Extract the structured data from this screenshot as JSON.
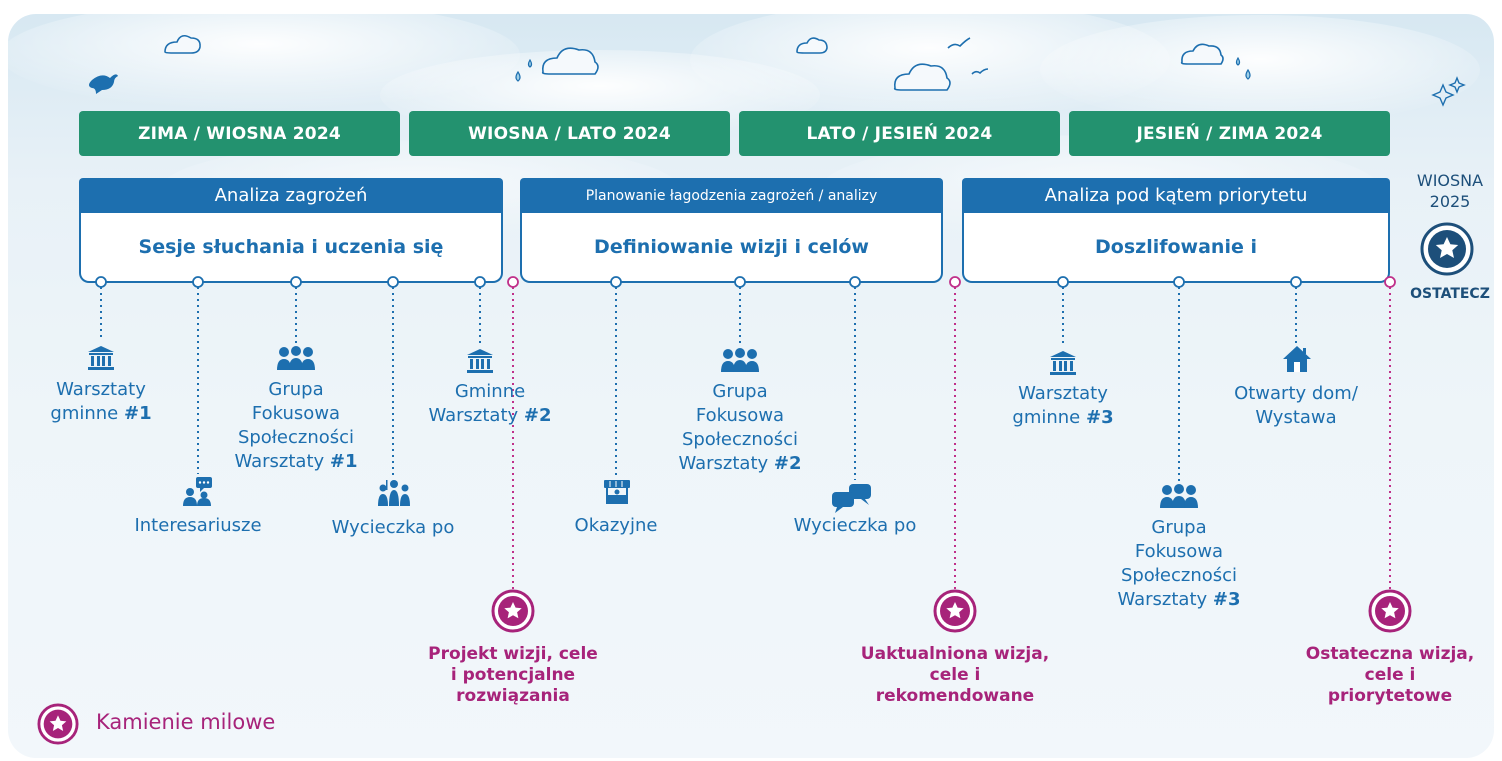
{
  "colors": {
    "season_green": "#23926f",
    "phase_blue": "#1d6faf",
    "milestone_magenta": "#a7237a",
    "background": "#e8f1f7"
  },
  "seasons": [
    {
      "label": "ZIMA / WIOSNA 2024"
    },
    {
      "label": "WIOSNA / LATO 2024"
    },
    {
      "label": "LATO / JESIEŃ 2024"
    },
    {
      "label": "JESIEŃ / ZIMA 2024"
    }
  ],
  "phases": [
    {
      "header": "Analiza zagrożeń",
      "title": "Sesje słuchania i uczenia się"
    },
    {
      "header": "Planowanie łagodzenia zagrożeń / analizy",
      "title": "Definiowanie wizji i celów"
    },
    {
      "header": "Analiza pod kątem priorytetu",
      "title": "Doszlifowanie i"
    }
  ],
  "events": [
    {
      "icon": "city-hall-icon",
      "lines": [
        "Warsztaty",
        "gminne"
      ],
      "number": "#1"
    },
    {
      "icon": "stakeholders-icon",
      "lines": [
        "Interesariusze"
      ],
      "number": ""
    },
    {
      "icon": "group-icon",
      "lines": [
        "Grupa",
        "Fokusowa",
        "Społeczności",
        "Warsztaty"
      ],
      "number": "#1"
    },
    {
      "icon": "tour-group-icon",
      "lines": [
        "Wycieczka po"
      ],
      "number": ""
    },
    {
      "icon": "city-hall-icon",
      "lines": [
        "Gminne",
        "Warsztaty"
      ],
      "number": "#2"
    },
    {
      "icon": "kiosk-icon",
      "lines": [
        "Okazyjne"
      ],
      "number": ""
    },
    {
      "icon": "group-icon",
      "lines": [
        "Grupa",
        "Fokusowa",
        "Społeczności",
        "Warsztaty"
      ],
      "number": "#2"
    },
    {
      "icon": "chat-bubbles-icon",
      "lines": [
        "Wycieczka po"
      ],
      "number": ""
    },
    {
      "icon": "city-hall-icon",
      "lines": [
        "Warsztaty",
        "gminne"
      ],
      "number": "#3"
    },
    {
      "icon": "group-icon",
      "lines": [
        "Grupa",
        "Fokusowa",
        "Społeczności",
        "Warsztaty"
      ],
      "number": "#3"
    },
    {
      "icon": "house-icon",
      "lines": [
        "Otwarty dom/",
        "Wystawa"
      ],
      "number": ""
    }
  ],
  "milestones": [
    {
      "lines": [
        "Projekt wizji, cele",
        "i potencjalne",
        "rozwiązania"
      ]
    },
    {
      "lines": [
        "Uaktualniona wizja,",
        "cele i",
        "rekomendowane"
      ]
    },
    {
      "lines": [
        "Ostateczna wizja,",
        "cele i",
        "priorytetowe"
      ]
    }
  ],
  "final": {
    "top_line1": "WIOSNA",
    "top_line2": "2025",
    "bottom": "OSTATECZ"
  },
  "legend": {
    "label": "Kamienie milowe"
  }
}
